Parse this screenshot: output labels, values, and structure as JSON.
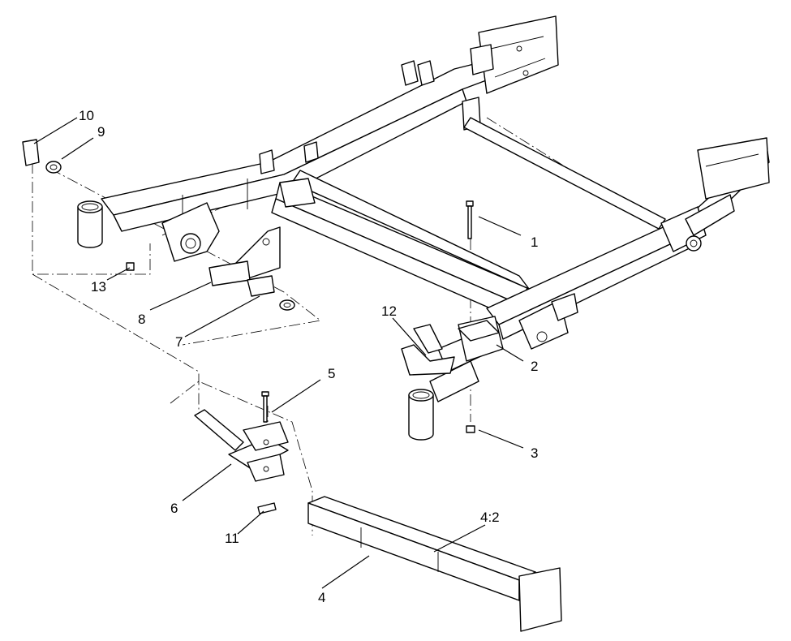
{
  "callouts": {
    "c1": "1",
    "c2": "2",
    "c3": "3",
    "c4": "4",
    "c4_2": "4:2",
    "c5": "5",
    "c6": "6",
    "c7": "7",
    "c8": "8",
    "c9": "9",
    "c10": "10",
    "c11": "11",
    "c12": "12",
    "c13": "13"
  }
}
